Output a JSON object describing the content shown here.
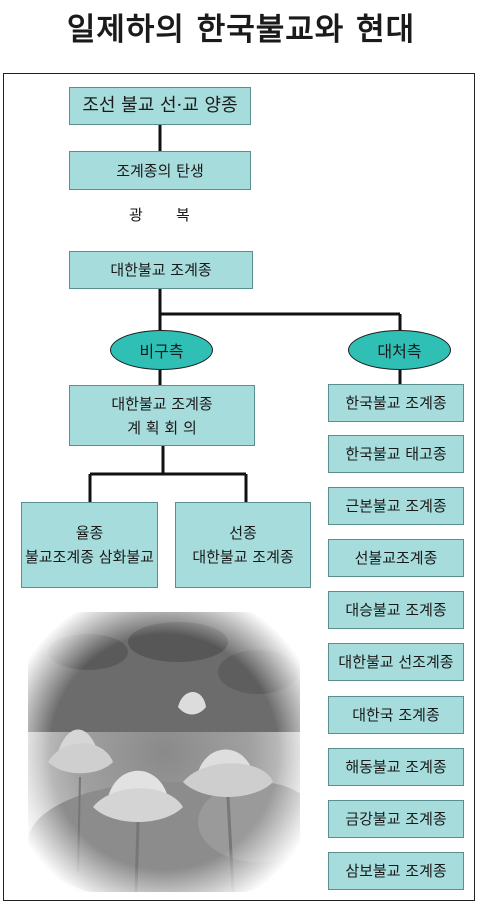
{
  "title": "일제하의 한국불교와 현대",
  "nodes": {
    "joseon": "조선 불교 선·교 양종",
    "jogye_birth": "조계종의 탄생",
    "liberation_1": "광",
    "liberation_2": "복",
    "daehan": "대한불교 조계종",
    "bigu": "비구측",
    "daecheo": "대처측",
    "renewal": "대한불교 조계종\n계 획 회 의",
    "yuljong": "율종\n불교조계종 삼화불교",
    "seonjong": "선종\n대한불교 조계종"
  },
  "daecheo_orders": [
    "한국불교 조계종",
    "한국불교 태고종",
    "근본불교 조계종",
    "선불교조계종",
    "대승불교 조계종",
    "대한불교 선조계종",
    "대한국 조계종",
    "해동불교 조계종",
    "금강불교 조계종",
    "삼보불교 조계종"
  ],
  "colors": {
    "box_fill": "#a7dcdc",
    "oval_fill": "#2fbfb5",
    "line": "#111111"
  },
  "photo_icon": "lotus-photo"
}
